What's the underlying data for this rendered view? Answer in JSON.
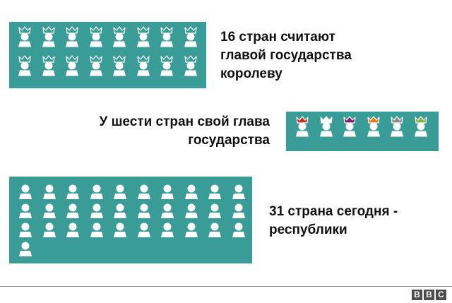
{
  "groups": [
    {
      "id": "queen",
      "count": 16,
      "crown": true,
      "crown_colors": [],
      "text": [
        "16 стран считают",
        "главой государства",
        "королеву"
      ]
    },
    {
      "id": "own-monarch",
      "count": 6,
      "crown": true,
      "crown_colors": [
        "#c0392b",
        "#ffffff",
        "#7b1f6e",
        "#e67e22",
        "#8e8e8e",
        "#7cb342"
      ],
      "text": [
        "У шести стран свой глава",
        "государства"
      ]
    },
    {
      "id": "republics",
      "count": 31,
      "crown": false,
      "crown_colors": [],
      "text": [
        "31 страна сегодня -",
        "республики"
      ]
    }
  ],
  "colors": {
    "panel": "#3a9c97",
    "figure": "#ffffff",
    "text": "#111111"
  },
  "footer": {
    "logo_letters": [
      "B",
      "B",
      "C"
    ]
  }
}
